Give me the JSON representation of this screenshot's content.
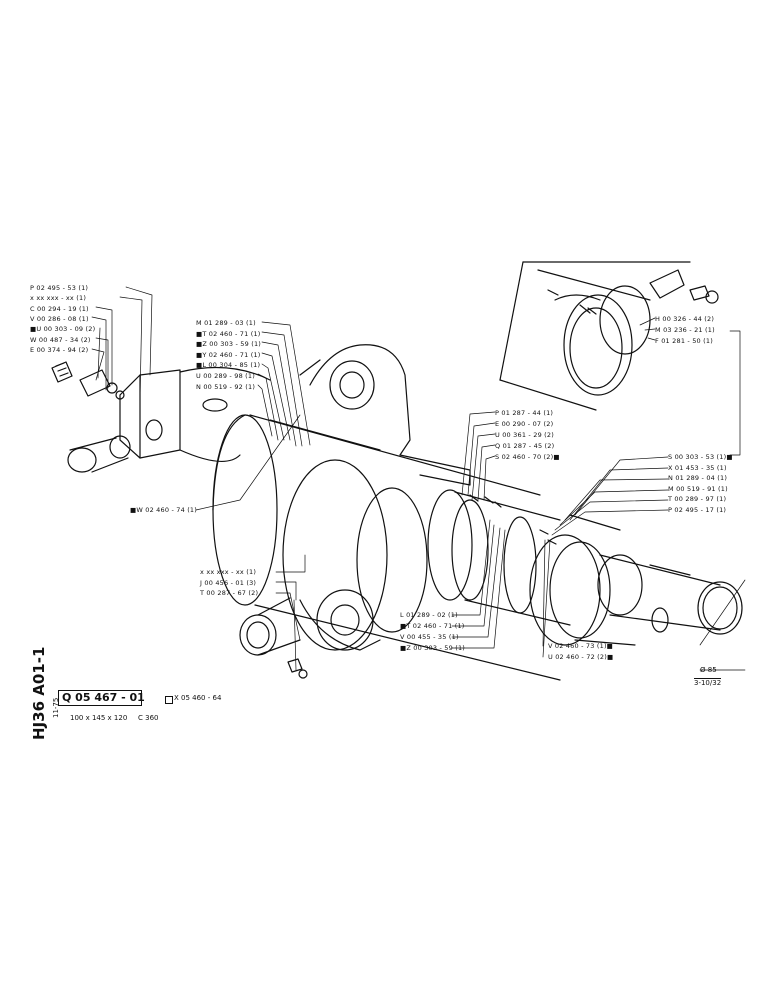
{
  "sheet": {
    "ref_vertical": "HJ36 A01-1",
    "ref_date": "11-75",
    "part_code": "Q 05 467 - 01",
    "alt_code": "X 05 460 - 64",
    "dims": "100 x 145 x 120",
    "model": "C 360",
    "scale_top": "Ø 85",
    "scale_bottom": "3-10/32"
  },
  "callouts_left": [
    "P 02 495 - 53 (1)",
    "x xx xxx - xx (1)",
    "C 00 294 - 19 (1)",
    "V 00 286 - 08 (1)",
    "■U 00 303 - 09 (2)",
    "W 00 487 - 34 (2)",
    "E 00 374 - 94 (2)"
  ],
  "callouts_upper_mid": [
    "M 01 289 - 03 (1)",
    "■T 02 460 - 71 (1)",
    "■Z 00 303 - 59 (1)",
    "■Y 02 460 - 71 (1)",
    "■L 00 304 - 85 (1)",
    "U 00 289 - 98 (1)",
    "N 00 519 - 92 (1)"
  ],
  "callout_w": "■W 02 460 - 74 (1)",
  "callouts_center": [
    "P 01 287 - 44 (1)",
    "E 00 290 - 07 (2)",
    "U 00 361 - 29 (2)",
    "Q 01 287 - 45 (2)",
    "S 02 460 - 70 (2)■"
  ],
  "callouts_inset": [
    "H 00 326 - 44 (2)",
    "M 03 236 - 21 (1)",
    "F 01 281 - 50 (1)"
  ],
  "callouts_right": [
    "S 00 303 - 53 (1)■",
    "X 01 453 - 35 (1)",
    "N 01 289 - 04 (1)",
    "M 00 519 - 91 (1)",
    "T 00 289 - 97 (1)",
    "P 02 495 - 17 (1)"
  ],
  "callouts_lower_left": [
    "x xx xxx - xx (1)",
    "J 00 456 - 01 (3)",
    "T 00 287 - 67 (2)"
  ],
  "callouts_lower_mid": [
    "L 01 289 - 02 (1)",
    "■T 02 460 - 71 (1)",
    "V 00 455 - 35 (1)",
    "■Z 00 303 - 59 (1)"
  ],
  "callouts_lower_right": [
    "V 02 460 - 73 (1)■",
    "U 02 460 - 72 (2)■"
  ]
}
